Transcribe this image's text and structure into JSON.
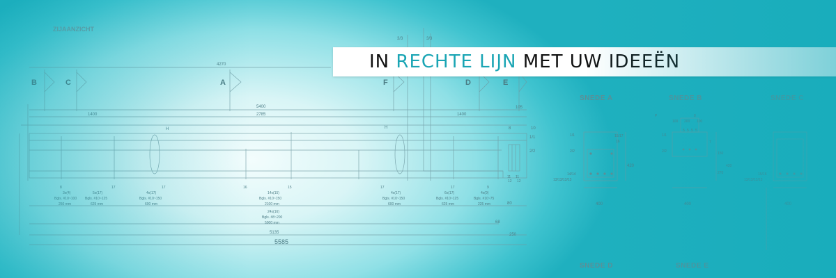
{
  "tagline": {
    "part1": "IN ",
    "part2": "RECHTE LIJN",
    "part3": " MET UW IDEEËN",
    "colors": {
      "text": "#111111",
      "accent": "#1aa5b4",
      "background": "#ffffff"
    }
  },
  "drawing": {
    "view_title": "ZIJAANZICHT",
    "section_marks": [
      "B",
      "C",
      "A",
      "F",
      "D",
      "E"
    ],
    "top_marks": [
      "3/3",
      "3/3"
    ],
    "dims_top": [
      "4270",
      "5400",
      "2785",
      "1400",
      "1400",
      "105"
    ],
    "level_labels": [
      "1/1",
      "2/2"
    ],
    "stirrup_labels": [
      "H",
      "H"
    ],
    "rebar_numbers_right": [
      "8",
      "10",
      "1/1",
      "2/2"
    ],
    "bottom_marks": [
      "8",
      "17",
      "17",
      "16",
      "15",
      "17",
      "17",
      "9",
      "12",
      "11",
      "11",
      "12"
    ],
    "groups": [
      {
        "count": "3x(4)",
        "spec": "Bgls. #10~100",
        "len": "250 mm"
      },
      {
        "count": "5x(17)",
        "spec": "Bgls. #10~125",
        "len": "625 mm"
      },
      {
        "count": "4x(17)",
        "spec": "Bgls. #10~150",
        "len": "600 mm"
      },
      {
        "count": "14x(15)",
        "spec": "Bgls. #10~150",
        "len": "2100 mm"
      },
      {
        "count": "4x(17)",
        "spec": "Bgls. #10~150",
        "len": "600 mm"
      },
      {
        "count": "6x(17)",
        "spec": "Bgls. #10~125",
        "len": "625 mm"
      },
      {
        "count": "4x(9)",
        "spec": "Bgls. #10~75",
        "len": "225 mm"
      }
    ],
    "long_group": {
      "count": "24x(16)",
      "spec": "Bgls. #8~200",
      "len": "5000 mm"
    },
    "dims_bottom": [
      "80",
      "68",
      "5135",
      "250",
      "5585"
    ],
    "sections": [
      "SNEDE A",
      "SNEDE B",
      "SNEDE C",
      "SNEDE D",
      "SNEDE E"
    ],
    "snede_a": {
      "labels": [
        "1/1",
        "2/2",
        "15/17",
        "16",
        "14/14",
        "13/13/13/13"
      ],
      "height": "420",
      "width": "400"
    },
    "snede_b": {
      "labels": [
        "P",
        "8",
        "100",
        "200",
        "100",
        "5",
        "5",
        "5",
        "5",
        "1/1",
        "2/2",
        "7"
      ],
      "heights": [
        "150",
        "270",
        "420"
      ],
      "width": "400"
    },
    "snede_c": {
      "labels": [
        "15/16",
        "13/13/13/13"
      ],
      "width": "400"
    }
  }
}
